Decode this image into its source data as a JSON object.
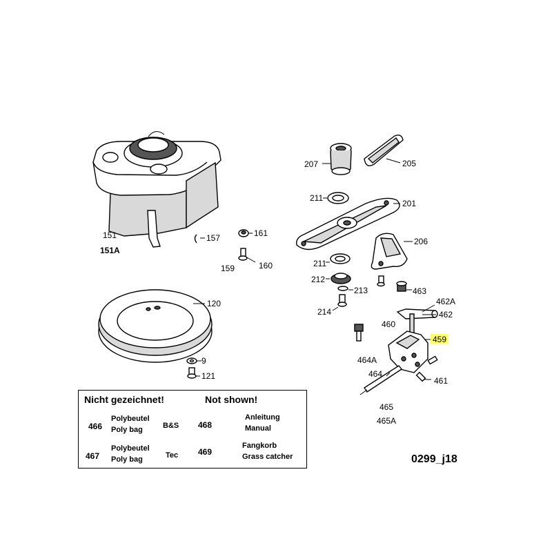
{
  "callouts": {
    "c151": "151",
    "c151A": "151A",
    "c157": "157",
    "c161": "161",
    "c159": "159",
    "c160": "160",
    "c120": "120",
    "c9": "9",
    "c121": "121",
    "c207": "207",
    "c205": "205",
    "c211a": "211",
    "c201": "201",
    "c206": "206",
    "c211b": "211",
    "c212": "212",
    "c213": "213",
    "c214": "214",
    "c463": "463",
    "c462A": "462A",
    "c462": "462",
    "c460": "460",
    "c459": "459",
    "c464A": "464A",
    "c464": "464",
    "c461": "461",
    "c465": "465",
    "c465A": "465A"
  },
  "highlight_color": "#ffff66",
  "legend": {
    "heading_de": "Nicht gezeichnet!",
    "heading_en": "Not shown!",
    "items": [
      {
        "num": "466",
        "line1": "Polybeutel",
        "line2": "Poly bag",
        "extra": "B&S"
      },
      {
        "num": "467",
        "line1": "Polybeutel",
        "line2": "Poly bag",
        "extra": "Tec"
      },
      {
        "num": "468",
        "line1": "Anleitung",
        "line2": "Manual",
        "extra": ""
      },
      {
        "num": "469",
        "line1": "Fangkorb",
        "line2": "Grass catcher",
        "extra": ""
      }
    ]
  },
  "reference_code": "0299_j18"
}
